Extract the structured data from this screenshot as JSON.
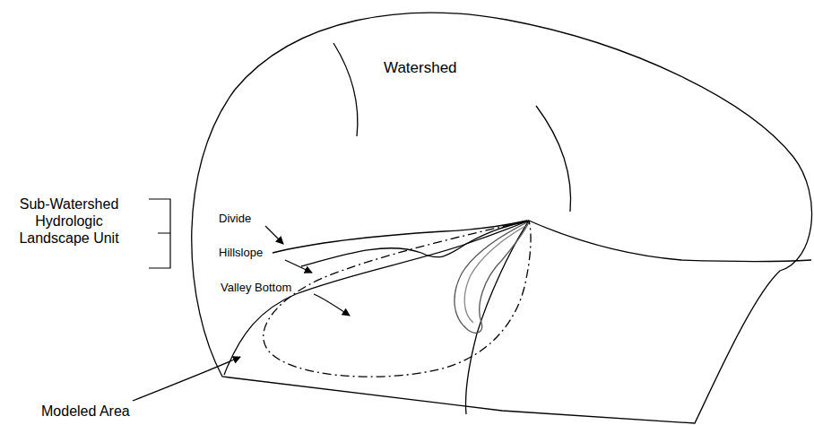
{
  "diagram": {
    "labels": [
      "Watershed",
      "Sub-Watershed Hydrologic Landscape Unit",
      "Divide",
      "Hillslope",
      "Valley Bottom",
      "Modeled Area"
    ]
  }
}
